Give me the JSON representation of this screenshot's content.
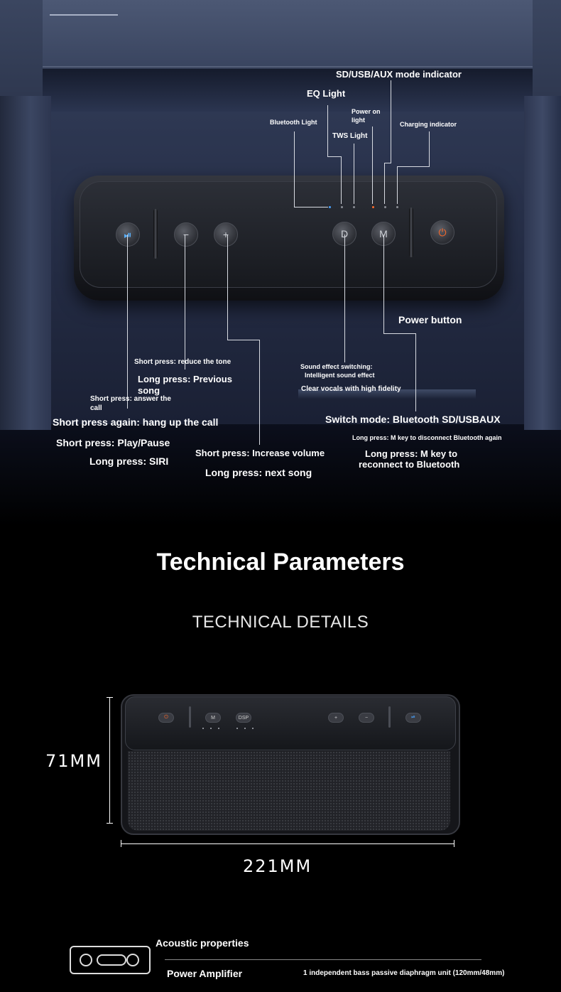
{
  "callouts": {
    "sd_usb_aux": "SD/USB/AUX mode indicator",
    "eq_light": "EQ Light",
    "power_on_light": "Power on light",
    "bluetooth_light": "Bluetooth Light",
    "tws_light": "TWS Light",
    "charging_indicator": "Charging indicator",
    "power_button": "Power button",
    "reduce_tone": "Short press: reduce the tone",
    "previous_song": "Long press: Previous song",
    "answer_call": "Short press: answer the call",
    "hang_up": "Short press again: hang up the call",
    "play_pause": "Short press: Play/Pause",
    "siri": "Long press: SIRI",
    "increase_volume": "Short press: Increase volume",
    "next_song": "Long press: next song",
    "sound_effect": "Sound effect switching:",
    "intelligent": "Intelligent sound effect",
    "clear_vocals": "Clear vocals with high fidelity",
    "switch_mode": "Switch mode: Bluetooth SD/USBAUX",
    "disconnect": "Long press: M key to disconnect Bluetooth again",
    "reconnect_1": "Long press: M key to",
    "reconnect_2": "reconnect to Bluetooth"
  },
  "panel_buttons": [
    {
      "icon": "play-pause-icon",
      "glyph": "⏯"
    },
    {
      "icon": "minus-icon",
      "glyph": "−"
    },
    {
      "icon": "plus-icon",
      "glyph": "+"
    },
    {
      "icon": "dsp-icon",
      "glyph": "D"
    },
    {
      "icon": "mode-icon",
      "glyph": "M"
    },
    {
      "icon": "power-icon",
      "glyph": "⏻"
    }
  ],
  "section": {
    "title": "Technical Parameters",
    "subtitle": "TECHNICAL DETAILS"
  },
  "speaker": {
    "height_label": "71MM",
    "width_label": "221MM",
    "buttons": [
      "M",
      "DSP"
    ]
  },
  "footer": {
    "acoustic": "Acoustic properties",
    "amplifier": "Power Amplifier",
    "unit": "1 independent bass passive diaphragm unit (120mm/48mm)"
  },
  "colors": {
    "play_accent": "#5ab2ff",
    "power_accent": "#ff6a2a"
  }
}
